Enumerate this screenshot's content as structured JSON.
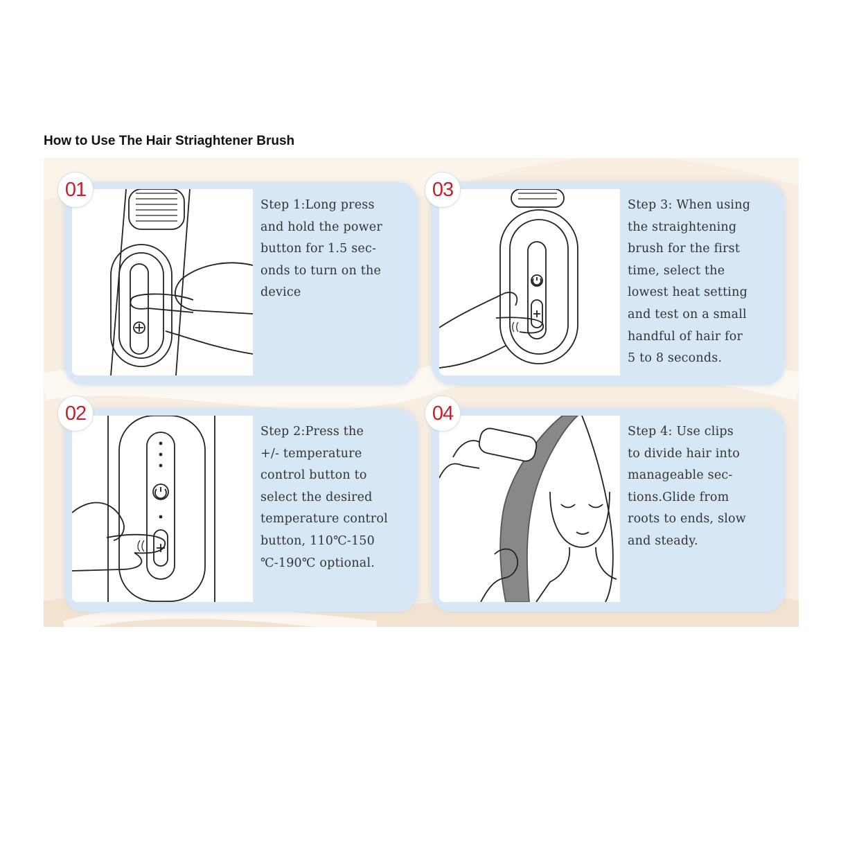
{
  "title": "How to Use The Hair Striaghtener Brush",
  "steps": [
    {
      "number": "01",
      "text": "Step 1:Long press\nand hold the power\nbutton for 1.5 sec-\nonds to turn on the\ndevice"
    },
    {
      "number": "02",
      "text": "Step 2:Press the\n+/- temperature\ncontrol button to\nselect the desired\ntemperature control\nbutton, 110℃-150\n℃-190℃ optional."
    },
    {
      "number": "03",
      "text": "Step 3: When using\nthe straightening\nbrush for the first\ntime, select the\nlowest heat setting\nand test on a small\nhandful of hair for\n5 to 8 seconds."
    },
    {
      "number": "04",
      "text": "Step 4: Use clips\nto divide hair into\nmanageable sec-\ntions.Glide from\nroots to ends, slow\nand steady."
    }
  ],
  "colors": {
    "badge_number": "#c6202c",
    "card_background": "#d8e7f6",
    "panel_background": "#f7ede1"
  },
  "icons": [
    "hand-press-icon",
    "brush-control-icon",
    "woman-straightening-icon"
  ]
}
